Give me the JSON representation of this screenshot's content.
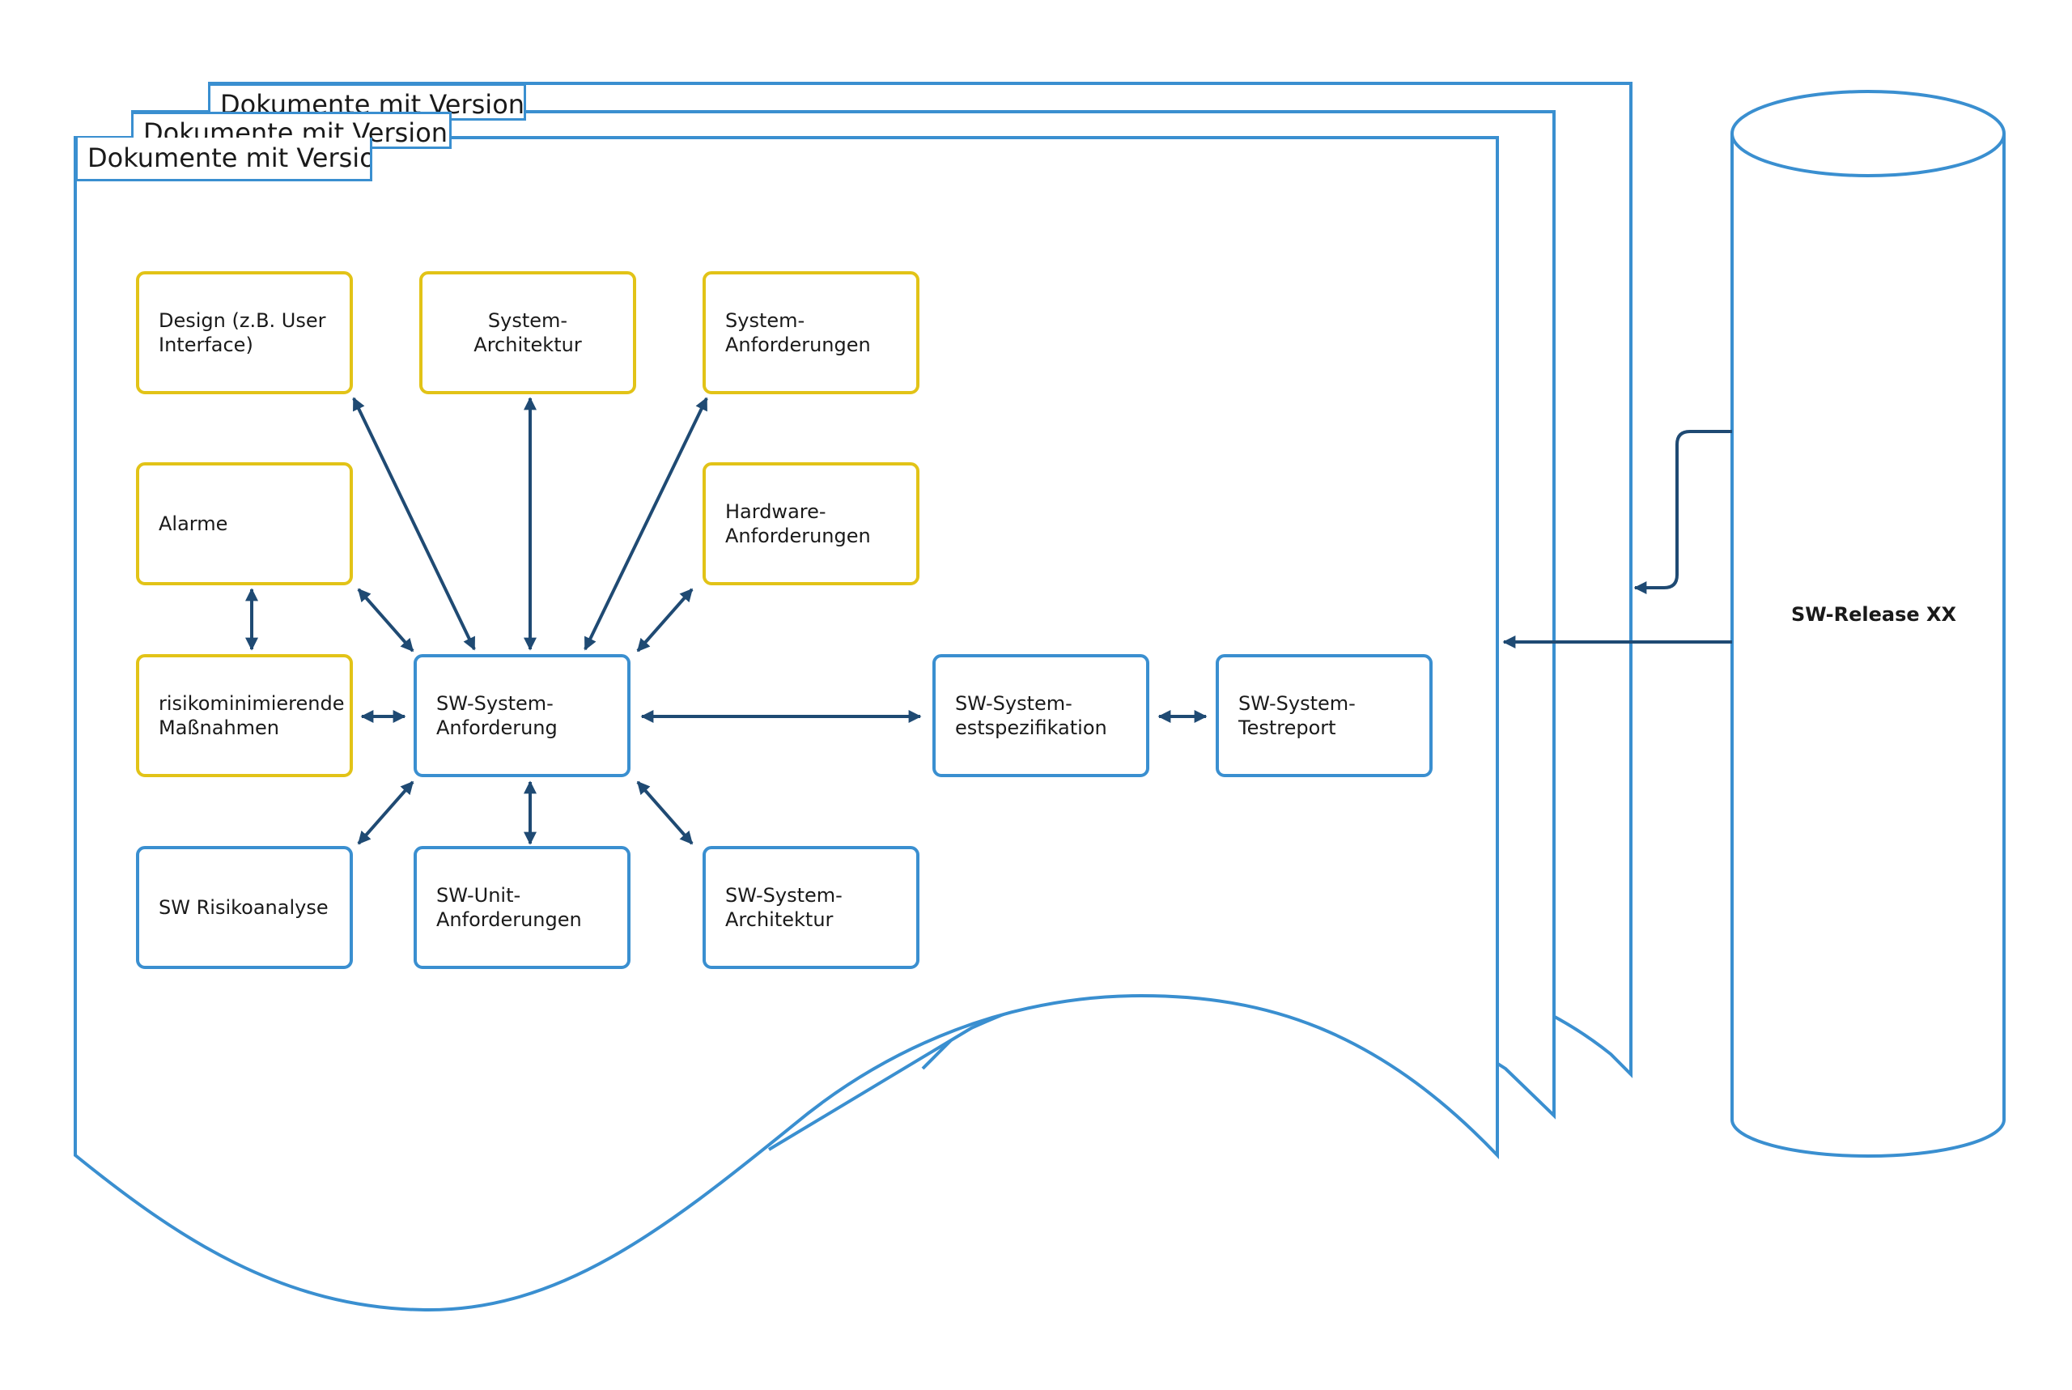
{
  "document_stack": {
    "tab_label_back": "Dokumente mit Version",
    "tab_label_middle": "Dokumente mit Version",
    "tab_label_front": "Dokumente mit Version"
  },
  "nodes": {
    "design": "Design (z.B. User\nInterface)",
    "system_architektur": "System-Architektur",
    "system_anforderungen": "System-\nAnforderungen",
    "alarme": "Alarme",
    "hardware_anforderungen": "Hardware-\nAnforderungen",
    "risikominimierende": "risikominimierende\nMaßnahmen",
    "sw_system_anforderung": "SW-System-\nAnforderung",
    "sw_system_testspezifikation": "SW-System-\nestspezifikation",
    "sw_system_testreport": "SW-System-\nTestreport",
    "sw_risikoanalyse": "SW Risikoanalyse",
    "sw_unit_anforderungen": "SW-Unit-\nAnforderungen",
    "sw_system_architektur": "SW-System-\nArchitektur"
  },
  "database": {
    "label": "SW-Release XX"
  },
  "colors": {
    "outline_blue": "#3a8fd0",
    "box_yellow": "#e2c317",
    "arrow_navy": "#1f4a73"
  }
}
